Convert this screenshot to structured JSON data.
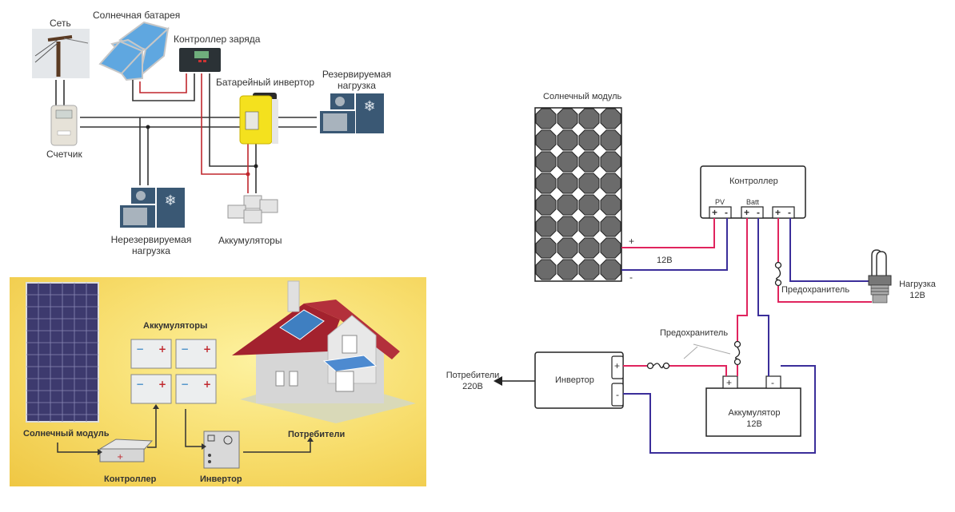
{
  "diagram_top_left": {
    "labels": {
      "grid": "Сеть",
      "solar_battery": "Солнечная батарея",
      "charge_controller": "Контроллер заряда",
      "battery_inverter": "Батарейный инвертор",
      "reserved_load_line1": "Резервируемая",
      "reserved_load_line2": "нагрузка",
      "meter": "Счетчик",
      "unreserved_load_line1": "Нерезервируемая",
      "unreserved_load_line2": "нагрузка",
      "batteries": "Аккумуляторы"
    },
    "colors": {
      "wire_dark": "#333333",
      "wire_red": "#c0272d",
      "inverter_yellow": "#f4e11e",
      "load_blue": "#3a5874"
    }
  },
  "diagram_bottom_left": {
    "labels": {
      "batteries": "Аккумуляторы",
      "solar_module": "Солнечный модуль",
      "controller": "Контроллер",
      "inverter": "Инвертор",
      "consumers": "Потребители"
    },
    "battery_terminals": {
      "minus": "−",
      "plus": "+"
    },
    "colors": {
      "background": "#f5d65a",
      "panel": "#3d3a6e",
      "roof": "#a3222e"
    }
  },
  "diagram_right": {
    "labels": {
      "solar_module": "Солнечный модуль",
      "controller": "Контроллер",
      "pv": "PV",
      "batt": "Batt",
      "plus": "+",
      "minus": "-",
      "voltage_pv": "12В",
      "fuse_load": "Предохранитель",
      "load_line1": "Нагрузка",
      "load_line2": "12В",
      "fuse_main": "Предохранитель",
      "inverter": "Инвертор",
      "consumers_line1": "Потребители",
      "consumers_line2": "220В",
      "battery_line1": "Аккумулятор",
      "battery_line2": "12В"
    },
    "colors": {
      "positive_wire": "#e0245e",
      "negative_wire": "#3b2e9a",
      "cell": "#6b6b6b"
    }
  }
}
